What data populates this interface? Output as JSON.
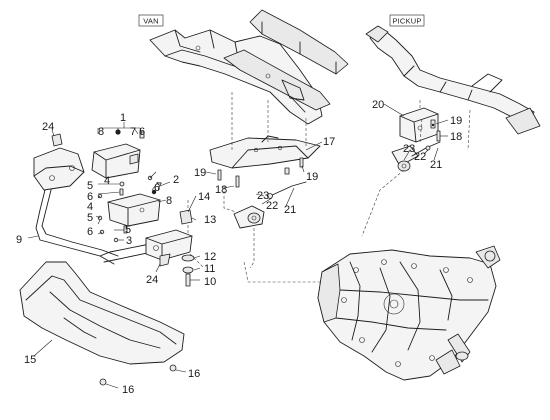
{
  "diagram": {
    "tags": {
      "van": "VAN",
      "pickup": "PICKUP"
    },
    "callouts": [
      "1",
      "7",
      "8",
      "6",
      "24",
      "4",
      "5",
      "6",
      "7",
      "2",
      "8",
      "5",
      "6",
      "4",
      "5",
      "6",
      "3",
      "9",
      "14",
      "13",
      "12",
      "11",
      "10",
      "24",
      "15",
      "16",
      "16",
      "17",
      "19",
      "18",
      "19",
      "23",
      "22",
      "21",
      "20",
      "19",
      "18",
      "23",
      "22",
      "21"
    ]
  }
}
